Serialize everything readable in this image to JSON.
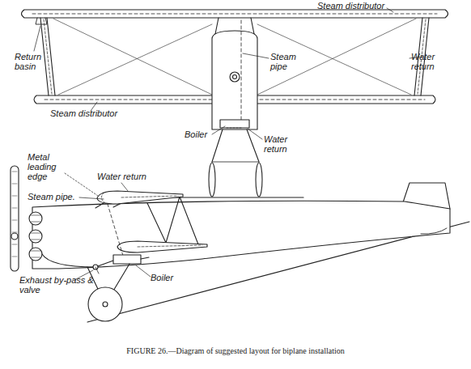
{
  "diagram": {
    "caption": "FIGURE 26.—Diagram of suggested layout for biplane installation",
    "labels": [
      "Steam distributor",
      "Return basin",
      "Steam pipe",
      "Water return",
      "Steam distributor",
      "Boiler",
      "Water return",
      "Metal leading edge",
      "Water return",
      "Steam pipe.",
      "Exhaust by-pass & valve",
      "Boiler"
    ]
  }
}
